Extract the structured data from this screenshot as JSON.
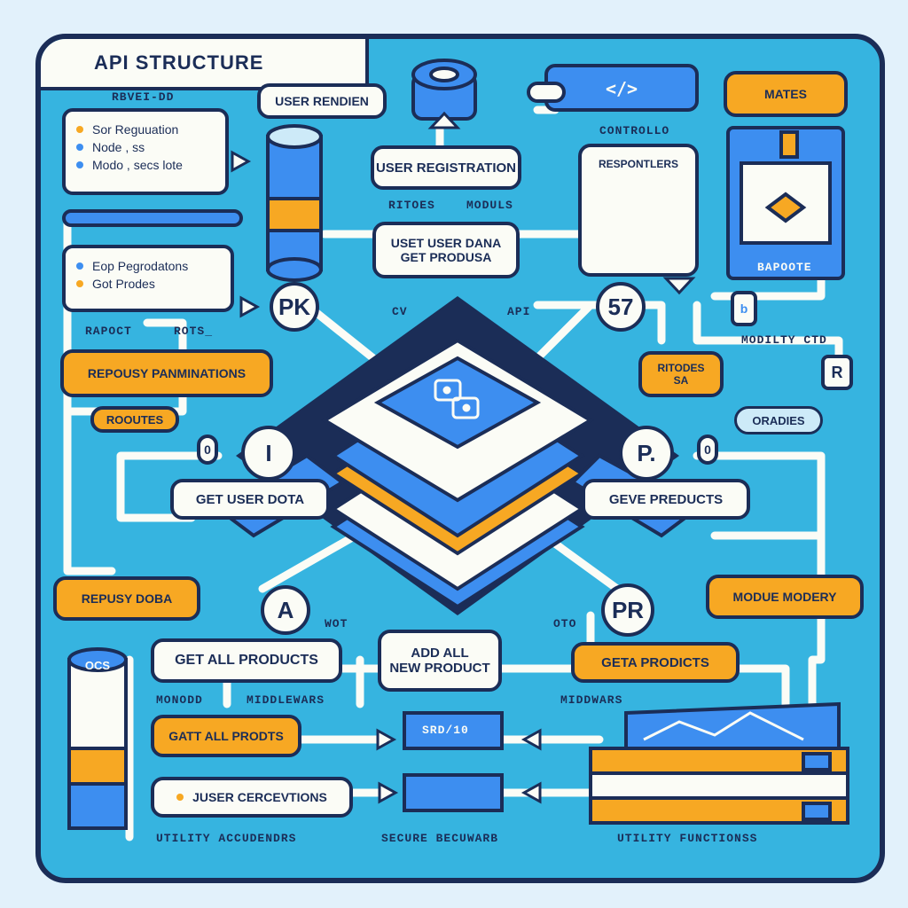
{
  "title": "API STRUCTURE",
  "captions": {
    "top_left_sub": "RBVEI-DD",
    "routes": "RITOES",
    "models": "MODULS",
    "controllers": "CONTROLLO",
    "report": "RAPOCT",
    "rotes": "ROTS_",
    "modilty": "MODILTY CTD",
    "wot": "WOT",
    "dto": "OTO",
    "monodd": "MONODD",
    "middlewares": "MIDDLEWARS",
    "middlewares2": "MIDDWARS",
    "utility_accudenders": "UTILITY ACCUDENDRS",
    "secure": "SECURE BECUWARB",
    "utility_functions": "UTILITY FUNCTIONSS",
    "server_label": "SRD/10",
    "dao_left": "CV",
    "dao_right": "API"
  },
  "left_list_1": [
    "Sor Reguuation",
    "Node , ss",
    "Modo , secs lote"
  ],
  "left_list_2": [
    "Eop Pegrodatons",
    "Got Prodes"
  ],
  "boxes": {
    "user_render": "USER RENDIEN",
    "user_registration": "USER REGISTRATION",
    "user_data_line1": "USET USER DANA",
    "user_data_line2": "GET PRODUSA",
    "responders": "RESPONTLERS",
    "mates": "MATES",
    "report_panel": "BAPOOTE",
    "repousy_pan": "REPOUSY PANMINATIONS",
    "routes_tag": "ROOUTES",
    "ritodes_line1": "RITODES",
    "ritodes_line2": "SA",
    "oradies": "ORADIES",
    "get_user_data": "GET USER DOTA",
    "give_products": "GEVE PREDUCTS",
    "repousy_doba": "REPUSY DOBA",
    "module_modery": "MODUE MODERY",
    "get_all_products": "GET ALL PRODUCTS",
    "add_line1": "ADD ALL",
    "add_line2": "NEW PRODUCT",
    "geta_products": "GETA PRODICTS",
    "gatt_all": "GATT ALL PRODTS",
    "juser": "JUSER CERCEVTIONS",
    "ocs": "OCS",
    "code_icon": "</>"
  },
  "circles": {
    "pk": "PK",
    "n57": "57",
    "i": "I",
    "p": "P.",
    "a": "A",
    "pr": "PR",
    "r": "R",
    "o_left": "0",
    "o_right": "0",
    "bl": "b"
  },
  "colors": {
    "background": "#36b4e0",
    "navy": "#1b2d57",
    "orange": "#f7a823",
    "blue": "#3d8ef0",
    "cream": "#fbfcf6"
  }
}
